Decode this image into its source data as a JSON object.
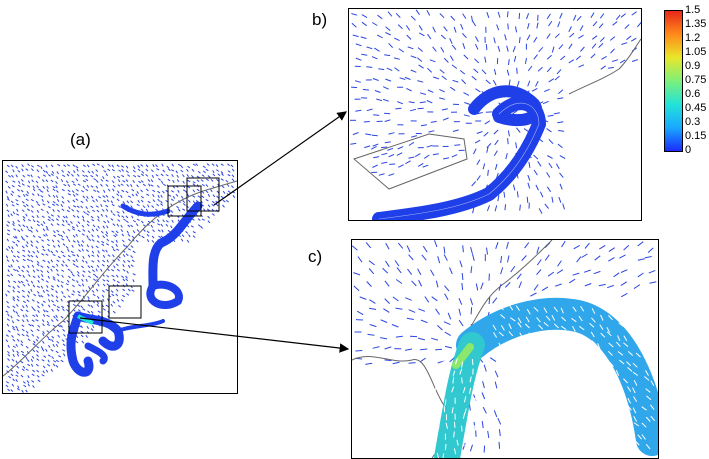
{
  "labels": {
    "a": "(a)",
    "b": "b)",
    "c": "c)"
  },
  "colorbar": {
    "ticks": [
      "1.5",
      "1.35",
      "1.2",
      "1.05",
      "0.9",
      "0.75",
      "0.6",
      "0.45",
      "0.3",
      "0.15",
      "0"
    ],
    "min": 0,
    "max": 1.5,
    "colors": [
      "#1b2cff",
      "#1aa8ff",
      "#22e3d8",
      "#7df07a",
      "#e9e62a",
      "#ff8a1a",
      "#e8271a"
    ]
  },
  "colors": {
    "vector": "#2b45e0",
    "vector_fast": "#2fc4e6",
    "channel": "#1f3fe8",
    "outline": "#000000"
  }
}
